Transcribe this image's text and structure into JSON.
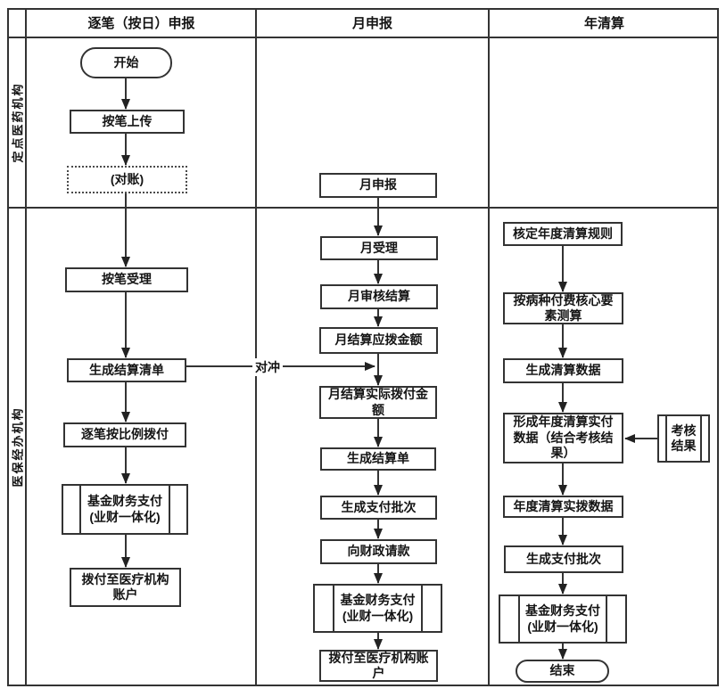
{
  "diagram": {
    "line_color": "#333333",
    "background_color": "#ffffff",
    "columns": [
      {
        "label": "逐笔（按日）申报"
      },
      {
        "label": "月申报"
      },
      {
        "label": "年清算"
      }
    ],
    "lanes": [
      {
        "label": "定点医药机构"
      },
      {
        "label": "医保经办机构"
      }
    ],
    "edge_labels": {
      "offset": "对冲"
    },
    "nodes": {
      "start": "开始",
      "upload_per_record": "按笔上传",
      "reconciliation": "(对账)",
      "monthly_declaration": "月申报",
      "accept_per_record": "按笔受理",
      "generate_settlement_list": "生成结算清单",
      "pay_by_ratio_per_record": "逐笔按比例拨付",
      "fund_finance_pay_daily": "基金财务支付\n(业财一体化)",
      "pay_to_medical_org_daily": "拨付至医疗机构\n账户",
      "monthly_acceptance": "月受理",
      "monthly_audit_settlement": "月审核结算",
      "monthly_payable_amount": "月结算应拨金额",
      "monthly_actual_pay_amount": "月结算实际拨付金\n额",
      "generate_settlement_doc": "生成结算单",
      "generate_pay_batch_monthly": "生成支付批次",
      "request_funds_from_fiscal": "向财政请款",
      "fund_finance_pay_monthly": "基金财务支付\n(业财一体化)",
      "pay_to_medical_org_monthly": "拨付至医疗机构账\n户",
      "set_annual_clearing_rules": "核定年度清算规则",
      "calc_by_disease_payment_factors": "按病种付费核心要\n素测算",
      "generate_clearing_data": "生成清算数据",
      "form_annual_actual_pay_data": "形成年度清算实付\n数据（结合考核结\n果）",
      "assessment_result": "考核\n结果",
      "annual_clearing_paid_data": "年度清算实拨数据",
      "generate_pay_batch_annual": "生成支付批次",
      "fund_finance_pay_annual": "基金财务支付\n(业财一体化)",
      "end": "结束"
    }
  }
}
